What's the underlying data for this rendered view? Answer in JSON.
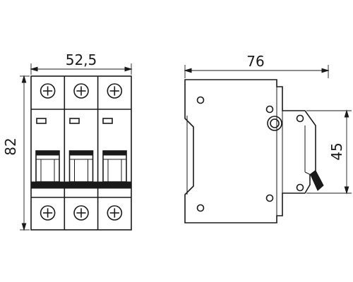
{
  "dimensions": {
    "front_width": "52,5",
    "front_height": "82",
    "side_width": "76",
    "side_height": "45"
  },
  "views": {
    "front": {
      "poles": 3,
      "terminals_top": 3,
      "terminals_bottom": 3,
      "toggle_levers": 3,
      "indicator_windows": 3
    },
    "side": {
      "mounting_holes": 4
    }
  },
  "colors": {
    "stroke": "#1a1a1a",
    "background": "#ffffff"
  }
}
